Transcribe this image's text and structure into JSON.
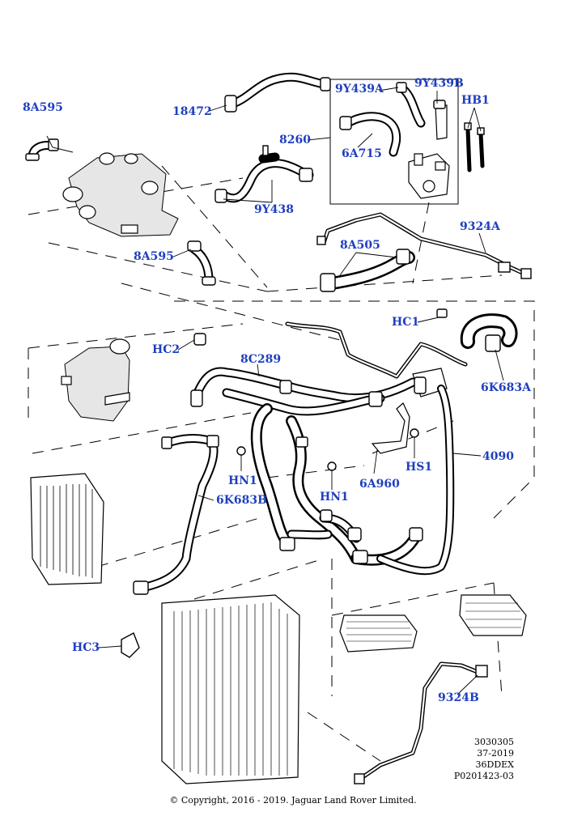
{
  "callouts": {
    "c_8a595_top": "8A595",
    "c_18472": "18472",
    "c_9y439a": "9Y439A",
    "c_9y439b": "9Y439B",
    "c_hb1": "HB1",
    "c_8260": "8260",
    "c_6a715": "6A715",
    "c_9y438": "9Y438",
    "c_9324a": "9324A",
    "c_8a505": "8A505",
    "c_8a595_mid": "8A595",
    "c_hc1": "HC1",
    "c_hc2": "HC2",
    "c_8c289": "8C289",
    "c_6k683a": "6K683A",
    "c_4090": "4090",
    "c_hn1_left": "HN1",
    "c_hs1": "HS1",
    "c_6a960": "6A960",
    "c_hn1_center": "HN1",
    "c_6k683b": "6K683B",
    "c_hc3": "HC3",
    "c_9324b": "9324B"
  },
  "reference": {
    "code": "3030305",
    "date": "37-2019",
    "engine": "36DDEX",
    "illustration": "P0201423-03"
  },
  "copyright": "© Copyright, 2016 - 2019. Jaguar Land Rover Limited.",
  "colors": {
    "callout_text": "#1f3fbf",
    "line_art": "#000000",
    "background": "#ffffff"
  }
}
